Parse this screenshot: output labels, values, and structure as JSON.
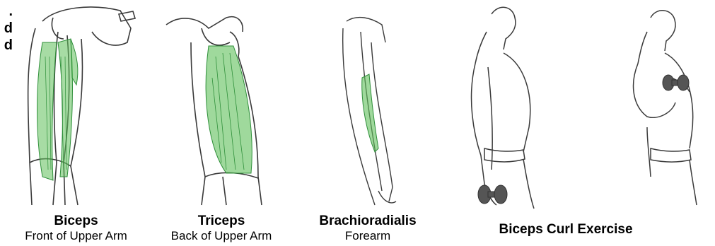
{
  "cutoff_text": ".\nd\nd",
  "panels": [
    {
      "title": "Biceps",
      "subtitle": "Front of Upper Arm"
    },
    {
      "title": "Triceps",
      "subtitle": "Back of Upper Arm"
    },
    {
      "title": "Brachioradialis",
      "subtitle": "Forearm"
    }
  ],
  "exercise": {
    "title": "Biceps Curl Exercise"
  },
  "colors": {
    "muscle": "#5fbf5a",
    "muscle_dark": "#2f8f3a",
    "outline": "#3a3a3a",
    "dumbbell": "#555555"
  }
}
